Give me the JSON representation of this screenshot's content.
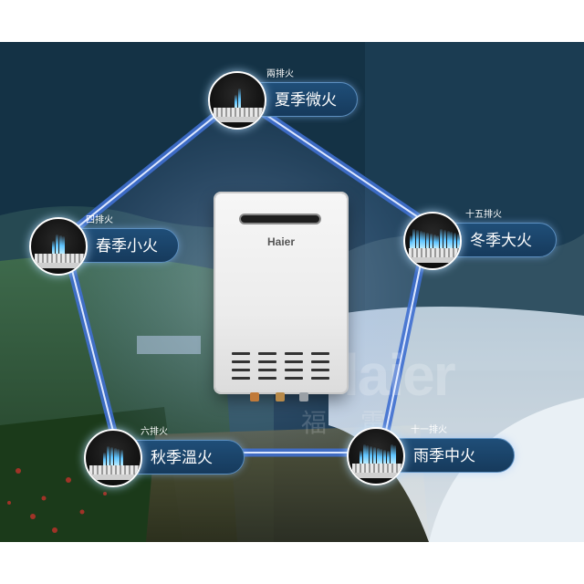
{
  "brand": {
    "logo": "Haier",
    "watermark": "laier",
    "watermark_sub": "福 電"
  },
  "colors": {
    "pill": "#1f4e78",
    "flame": "#5fc4ff",
    "outline": "#3f6fd0"
  },
  "nodes": [
    {
      "id": "summer",
      "tag": "兩排火",
      "label": "夏季微火",
      "flames": 2
    },
    {
      "id": "spring",
      "tag": "四排火",
      "label": "春季小火",
      "flames": 4
    },
    {
      "id": "winter",
      "tag": "十五排火",
      "label": "冬季大火",
      "flames": 15
    },
    {
      "id": "autumn",
      "tag": "六排火",
      "label": "秋季溫火",
      "flames": 6
    },
    {
      "id": "rainy",
      "tag": "十一排火",
      "label": "雨季中火",
      "flames": 11
    }
  ]
}
